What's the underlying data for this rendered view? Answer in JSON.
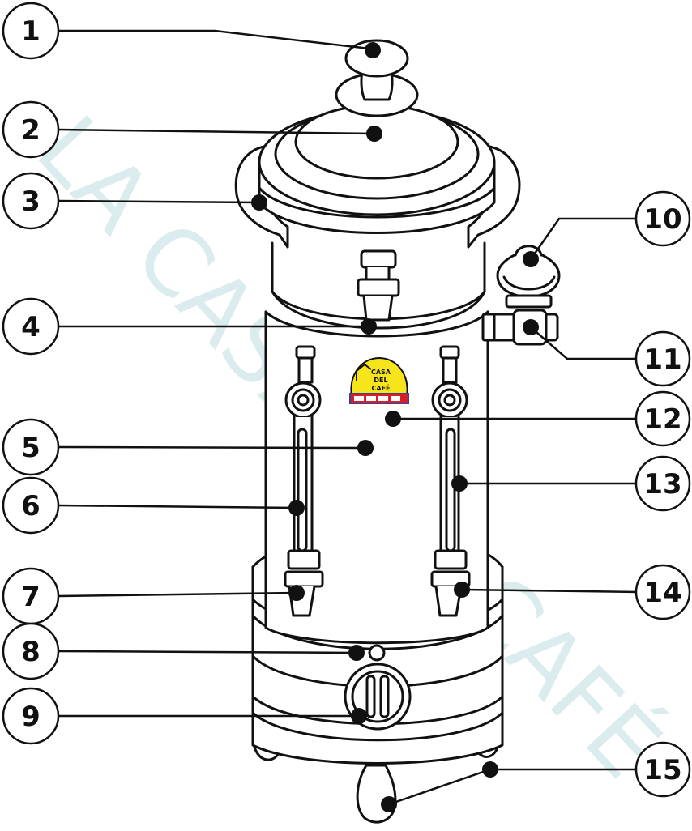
{
  "watermark": "LA CASA DEL CAFÉ",
  "logo": {
    "line1": "CASA",
    "line2": "DEL",
    "line3": "CAFÉ"
  },
  "callouts": [
    "1",
    "2",
    "3",
    "4",
    "5",
    "6",
    "7",
    "8",
    "9",
    "10",
    "11",
    "12",
    "13",
    "14",
    "15"
  ],
  "colors": {
    "outline": "#111111",
    "watermark": "#cfe6ea",
    "logo_yellow": "#f6e51a",
    "logo_red": "#d4202a",
    "logo_blue": "#3b3f9c"
  }
}
